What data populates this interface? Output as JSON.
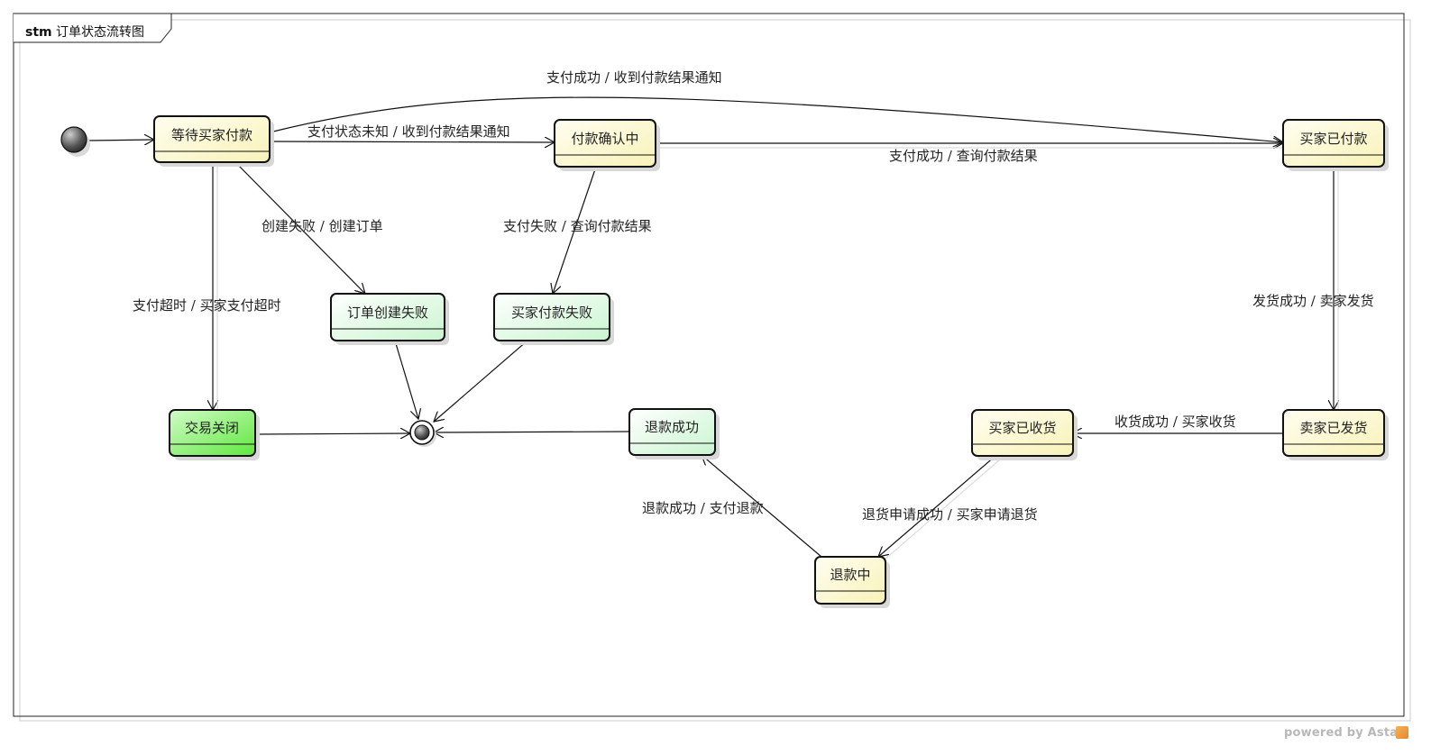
{
  "frame": {
    "keyword": "stm",
    "name": "订单状态流转图"
  },
  "states": {
    "waiting_pay": "等待买家付款",
    "confirming": "付款确认中",
    "buyer_paid": "买家已付款",
    "create_failed": "订单创建失败",
    "pay_failed": "买家付款失败",
    "closed": "交易关闭",
    "refund_success": "退款成功",
    "buyer_received": "买家已收货",
    "seller_shipped": "卖家已发货",
    "refunding": "退款中"
  },
  "transitions": {
    "pay_success_notify": "支付成功 / 收到付款结果通知",
    "pay_unknown_notify": "支付状态未知 / 收到付款结果通知",
    "pay_success_query": "支付成功 / 查询付款结果",
    "create_fail": "创建失败 / 创建订单",
    "pay_fail_query": "支付失败 / 查询付款结果",
    "pay_timeout": "支付超时 / 买家支付超时",
    "ship_success": "发货成功 / 卖家发货",
    "receive_success": "收货成功 / 买家收货",
    "return_apply": "退货申请成功 / 买家申请退货",
    "refund_pay": "退款成功 / 支付退款"
  },
  "colors": {
    "state_yellow": "#fdfbd9",
    "state_mint": "#e3fbe6",
    "state_green": "#7ff06a",
    "border": "#111111"
  },
  "footer": {
    "powered_by": "powered by Astah"
  }
}
